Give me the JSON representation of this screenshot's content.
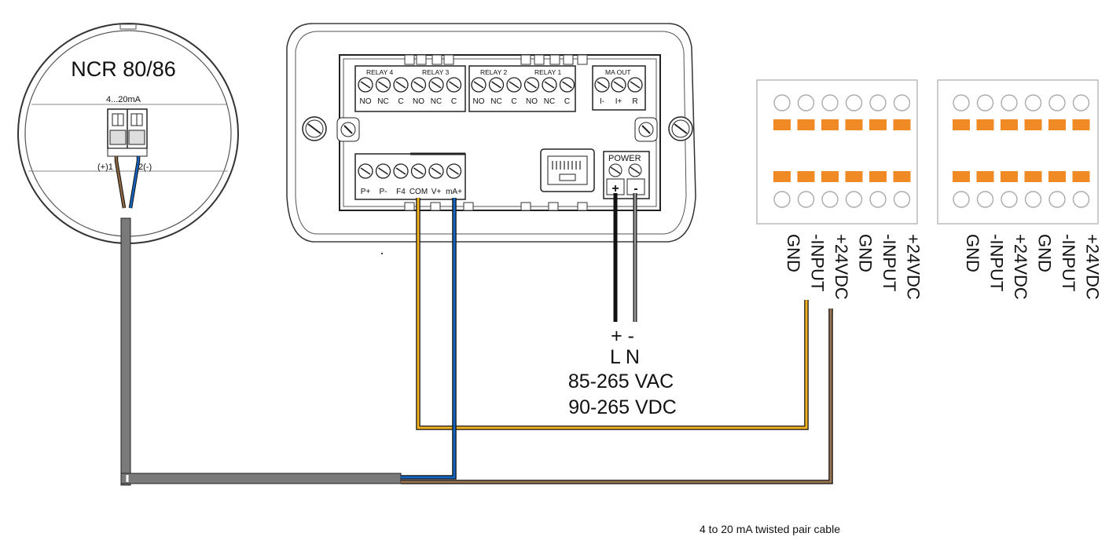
{
  "sensor": {
    "model": "NCR 80/86",
    "signal": "4...20mA",
    "terminal_plus": "(+)1",
    "terminal_minus": "2(-)"
  },
  "meter": {
    "relay_groups": [
      {
        "left": "RELAY 4",
        "right": "RELAY 3",
        "terminals": [
          "NO",
          "NC",
          "C",
          "NO",
          "NC",
          "C"
        ]
      },
      {
        "left": "RELAY 2",
        "right": "RELAY 1",
        "terminals": [
          "NO",
          "NC",
          "C",
          "NO",
          "NC",
          "C"
        ]
      }
    ],
    "ma_out": {
      "label": "MA OUT",
      "terminals": [
        "I-",
        "I+",
        "R"
      ]
    },
    "input_terminals": [
      "P+",
      "P-",
      "F4",
      "COM",
      "V+",
      "mA+"
    ],
    "power": {
      "label": "POWER",
      "plus": "+",
      "minus": "-"
    }
  },
  "supply": {
    "polarity": "+ -",
    "lines": "L N",
    "ac": "85-265 VAC",
    "dc": "90-265 VDC"
  },
  "modules": [
    {
      "labels": [
        "GND",
        "-INPUT",
        "+24VDC",
        "GND",
        "-INPUT",
        "+24VDC"
      ]
    },
    {
      "labels": [
        "GND",
        "-INPUT",
        "+24VDC",
        "GND",
        "-INPUT",
        "+24VDC"
      ]
    }
  ],
  "caption": "4 to 20 mA twisted pair cable",
  "colors": {
    "wire_yellow": "#e8a712",
    "wire_blue": "#1565c0",
    "wire_brown": "#8b6440",
    "cable_grey": "#7a7a7a",
    "latch_orange": "#f08a24"
  }
}
